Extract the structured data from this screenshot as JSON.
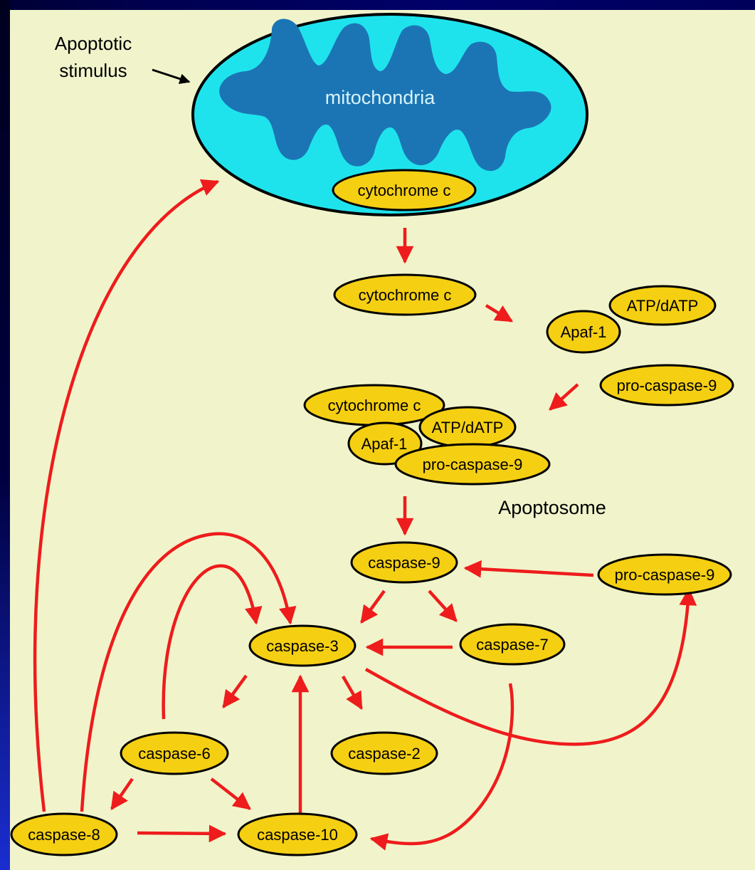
{
  "diagram": {
    "stimulus_line1": "Apoptotic",
    "stimulus_line2": "stimulus",
    "mitochondria_label": "mitochondria",
    "apoptosome_label": "Apoptosome",
    "nodes": {
      "cyto_mito": "cytochrome c",
      "cyto_released": "cytochrome c",
      "apaf1": "Apaf-1",
      "atp": "ATP/dATP",
      "procasp9_top": "pro-caspase-9",
      "complex_cyto": "cytochrome c",
      "complex_atp": "ATP/dATP",
      "complex_apaf1": "Apaf-1",
      "complex_procasp9": "pro-caspase-9",
      "casp9": "caspase-9",
      "procasp9_right": "pro-caspase-9",
      "casp3": "caspase-3",
      "casp7": "caspase-7",
      "casp6": "caspase-6",
      "casp2": "caspase-2",
      "casp8": "caspase-8",
      "casp10": "caspase-10"
    },
    "colors": {
      "background": "#f1f4cb",
      "node_fill": "#f5cf12",
      "arrow": "#ee1c1c",
      "mito_outer": "#1fe3ec",
      "mito_inner": "#1b75b4",
      "mito_label": "#d8f3fb"
    }
  }
}
